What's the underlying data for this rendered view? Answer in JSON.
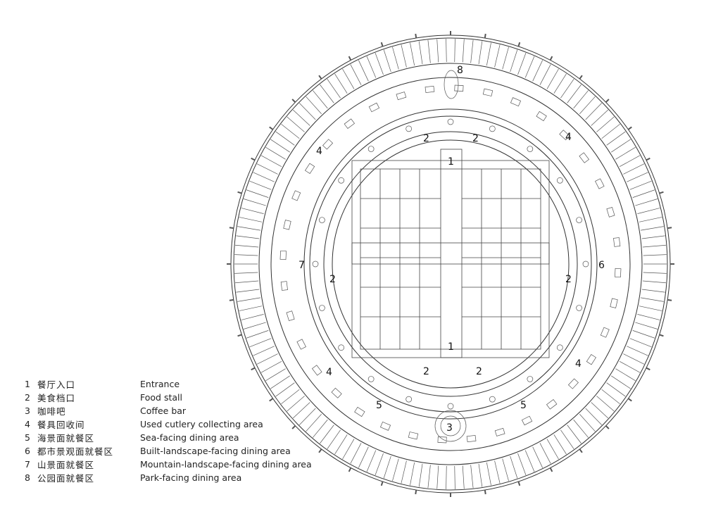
{
  "plan_labels": [
    {
      "id": "entrance-top",
      "text": "1"
    },
    {
      "id": "entrance-bottom",
      "text": "1"
    },
    {
      "id": "food-stall-top-left",
      "text": "2"
    },
    {
      "id": "food-stall-top-right",
      "text": "2"
    },
    {
      "id": "food-stall-left",
      "text": "2"
    },
    {
      "id": "food-stall-right",
      "text": "2"
    },
    {
      "id": "food-stall-bottom-left",
      "text": "2"
    },
    {
      "id": "food-stall-bottom-right",
      "text": "2"
    },
    {
      "id": "coffee-bar",
      "text": "3"
    },
    {
      "id": "cutlery-top-left",
      "text": "4"
    },
    {
      "id": "cutlery-top-right",
      "text": "4"
    },
    {
      "id": "cutlery-bottom-left",
      "text": "4"
    },
    {
      "id": "cutlery-bottom-right",
      "text": "4"
    },
    {
      "id": "sea-dining-left",
      "text": "5"
    },
    {
      "id": "sea-dining-right",
      "text": "5"
    },
    {
      "id": "built-dining",
      "text": "6"
    },
    {
      "id": "mountain-dining",
      "text": "7"
    },
    {
      "id": "park-dining",
      "text": "8"
    }
  ],
  "legend": [
    {
      "num": "1",
      "zh": "餐厅入口",
      "en": "Entrance"
    },
    {
      "num": "2",
      "zh": "美食档口",
      "en": "Food stall"
    },
    {
      "num": "3",
      "zh": "咖啡吧",
      "en": "Coffee bar"
    },
    {
      "num": "4",
      "zh": "餐具回收间",
      "en": "Used cutlery collecting area"
    },
    {
      "num": "5",
      "zh": "海景面就餐区",
      "en": "Sea-facing dining area"
    },
    {
      "num": "6",
      "zh": "都市景观面就餐区",
      "en": "Built-landscape-facing dining area"
    },
    {
      "num": "7",
      "zh": "山景面就餐区",
      "en": "Mountain-landscape-facing dining area"
    },
    {
      "num": "8",
      "zh": "公园面就餐区",
      "en": "Park-facing dining area"
    }
  ]
}
